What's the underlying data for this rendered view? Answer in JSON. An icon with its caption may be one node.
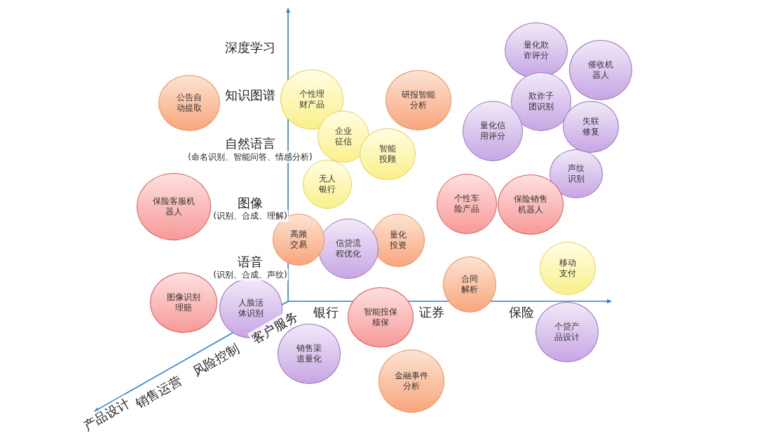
{
  "diagram": {
    "nodes": [
      {
        "text": [
          "量化欺诈评分"
        ]
      },
      {
        "text": [
          "催收机器人"
        ]
      },
      {
        "text": [
          "公告自动提取"
        ]
      },
      {
        "text": [
          "个性理财产品"
        ]
      },
      {
        "text": [
          "研报智能分析"
        ]
      },
      {
        "text": [
          "欺诈子团识别"
        ]
      },
      {
        "text": [
          "量化信用评分"
        ]
      },
      {
        "text": [
          "失联修复"
        ]
      },
      {
        "text": [
          "企业征信"
        ]
      },
      {
        "text": [
          "智能投顾"
        ]
      },
      {
        "text": [
          "声纹识别"
        ]
      },
      {
        "text": [
          "无人银行"
        ]
      },
      {
        "text": [
          "保险客服机器人"
        ]
      },
      {
        "text": [
          "个性车险产品"
        ]
      },
      {
        "text": [
          "保险销售机器人"
        ]
      },
      {
        "text": [
          "高频交易"
        ]
      },
      {
        "text": [
          "信贷流程优化"
        ]
      },
      {
        "text": [
          "量化投资"
        ]
      },
      {
        "text": [
          "移动支付"
        ]
      },
      {
        "text": [
          "合同解析"
        ]
      },
      {
        "text": [
          "图像识别理赔"
        ]
      },
      {
        "text": [
          "人脸活体识别"
        ]
      },
      {
        "text": [
          "智能投保核保"
        ]
      },
      {
        "text": [
          "个贷产品设计"
        ]
      },
      {
        "text": [
          "销售渠道量化"
        ]
      },
      {
        "text": [
          "金融事件分析"
        ]
      }
    ],
    "edges": [],
    "labels": [
      "深度学习",
      "知识图谱",
      "自然语言",
      "(命名识别、智能问答、情感分析)",
      "图像",
      "(识别、合成、理解)",
      "语音",
      "(识别、合成、声纹)",
      "银行",
      "证券",
      "保险",
      "客户服务",
      "风险控制",
      "销售运营",
      "产品设计"
    ]
  }
}
